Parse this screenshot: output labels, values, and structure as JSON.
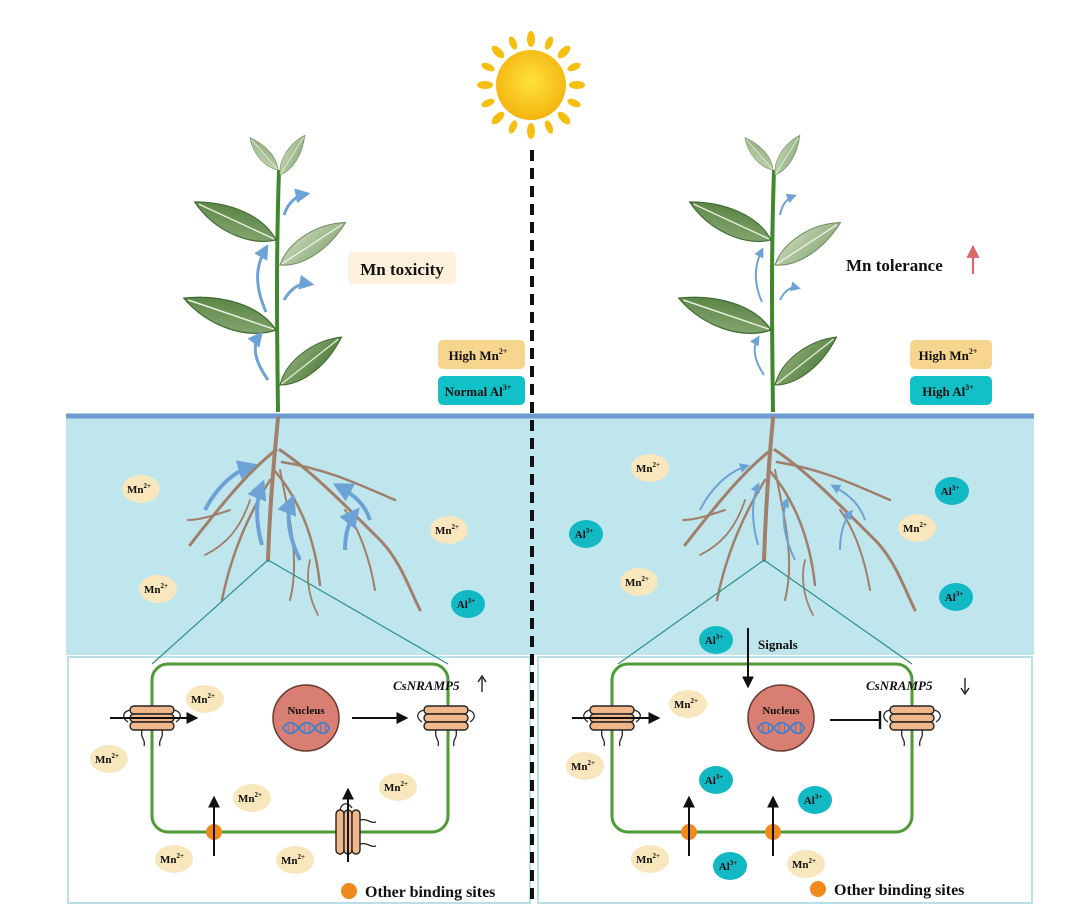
{
  "left_panel": {
    "effect_label": "Mn toxicity",
    "condition_1": "High Mn",
    "condition_2": "Normal Al",
    "gene_label": "CsNRAMP5",
    "nucleus_label": "Nucleus",
    "legend_label": "Other binding sites"
  },
  "right_panel": {
    "effect_label": "Mn tolerance",
    "condition_1": "High Mn",
    "condition_2": "High Al",
    "gene_label": "CsNRAMP5",
    "nucleus_label": "Nucleus",
    "signals_label": "Signals",
    "legend_label": "Other binding sites"
  },
  "ions": {
    "mn": "Mn",
    "mn_charge": "2+",
    "al": "Al",
    "al_charge": "3+"
  },
  "colors": {
    "soil": "#bfe6ec",
    "surface_line": "#6b9bd2",
    "cell_wall": "#4e9a35",
    "mn_ion": "#f8e6bd",
    "al_ion": "#12b9c4",
    "sun": "#f5bf12",
    "binding_site": "#f08a1c",
    "nucleus": "#d87e72",
    "transporter": "#efb78a",
    "root": "#a07f6b",
    "uptake_arrow": "#6da2d6",
    "tolerance_arrow": "#d9686a"
  }
}
